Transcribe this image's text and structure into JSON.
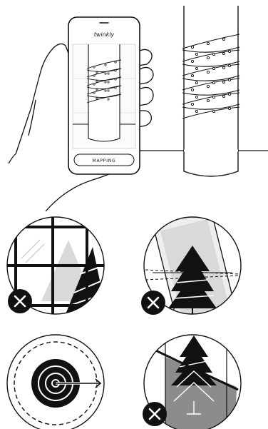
{
  "app": {
    "logo_text": "twinkly",
    "mapping_button_label": "MAPPING"
  },
  "panels": [
    {
      "id": "window-grid",
      "status": "wrong",
      "status_icon": "x-icon"
    },
    {
      "id": "angled-tree",
      "status": "wrong",
      "status_icon": "x-icon"
    },
    {
      "id": "target-distance",
      "status": "neutral"
    },
    {
      "id": "obstructed-tree",
      "status": "wrong",
      "status_icon": "x-icon"
    }
  ],
  "colors": {
    "ink": "#111111",
    "light_gray": "#d9d9d9",
    "mid_gray": "#a6a6a6",
    "dark_gray": "#8c8c8c"
  }
}
